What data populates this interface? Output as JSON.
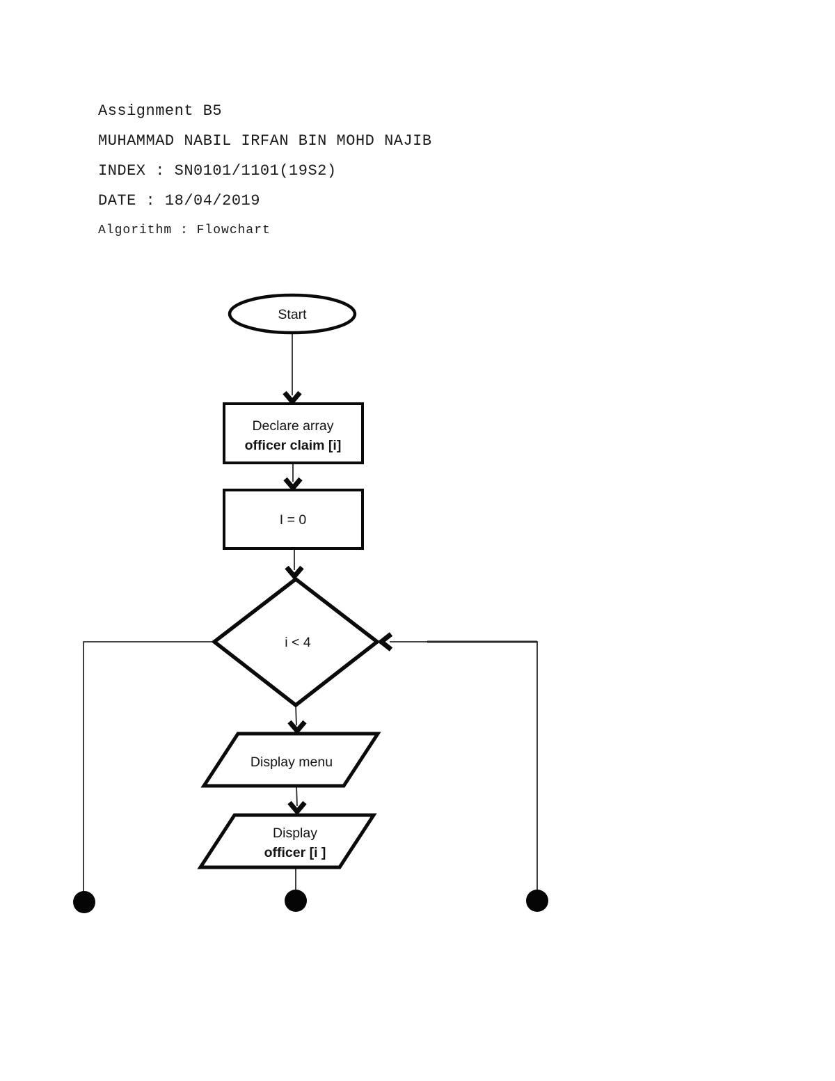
{
  "header": {
    "title": "Assignment B5",
    "author": "MUHAMMAD NABIL IRFAN BIN MOHD NAJIB",
    "index": "INDEX : SN0101/1101(19S2)",
    "date": "DATE : 18/04/2019",
    "algorithm": "Algorithm : Flowchart"
  },
  "flowchart": {
    "start": {
      "type": "terminator-ellipse",
      "label": "Start"
    },
    "declare": {
      "type": "process-rectangle",
      "line1": "Declare array",
      "line2": "officer claim [i]"
    },
    "init": {
      "type": "process-rectangle",
      "label": "I = 0"
    },
    "decision": {
      "type": "decision-diamond",
      "label": "i < 4"
    },
    "display_menu": {
      "type": "input-output-parallelogram",
      "label": "Display menu"
    },
    "display_officer": {
      "type": "input-output-parallelogram",
      "line1": "Display",
      "line2": "officer [i ]"
    },
    "connectors": {
      "left": "filled-circle-connector",
      "middle": "filled-circle-connector",
      "right": "filled-circle-connector"
    },
    "colors": {
      "stroke": "#0a0a0a",
      "fill": "#ffffff",
      "text": "#141414",
      "background": "#ffffff"
    }
  }
}
